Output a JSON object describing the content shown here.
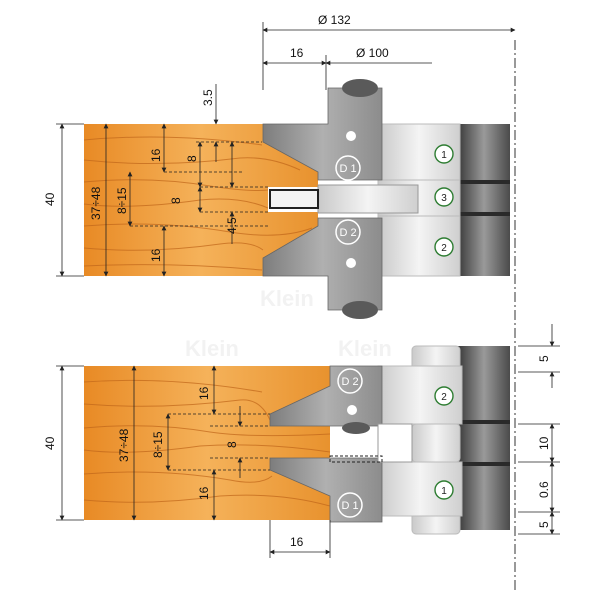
{
  "top": {
    "dims": {
      "d132": "Ø 132",
      "d100": "Ø 100",
      "w16": "16",
      "v35": "3.5",
      "h40": "40",
      "r3748": "37÷48",
      "r815": "8÷15",
      "a16": "16",
      "a8": "8",
      "b8": "8",
      "c45": "4.5",
      "d16": "16"
    },
    "cutters": {
      "d1": "D 1",
      "d2": "D 2"
    },
    "parts": [
      "1",
      "3",
      "2"
    ]
  },
  "bottom": {
    "dims": {
      "h40": "40",
      "r3748": "37÷48",
      "r815": "8÷15",
      "a16": "16",
      "a8": "8",
      "b16": "16",
      "w16": "16",
      "s5a": "5",
      "s10": "10",
      "s06": "0.6",
      "s5b": "5"
    },
    "cutters": {
      "d2": "D 2",
      "d1": "D 1"
    },
    "parts": [
      "2",
      "1"
    ]
  },
  "watermark": "Klein",
  "colors": {
    "wood": "#f0a040",
    "steel": "#9a9a9a",
    "collar": "#d8d8d8",
    "spindle": "#6a6a6a"
  }
}
